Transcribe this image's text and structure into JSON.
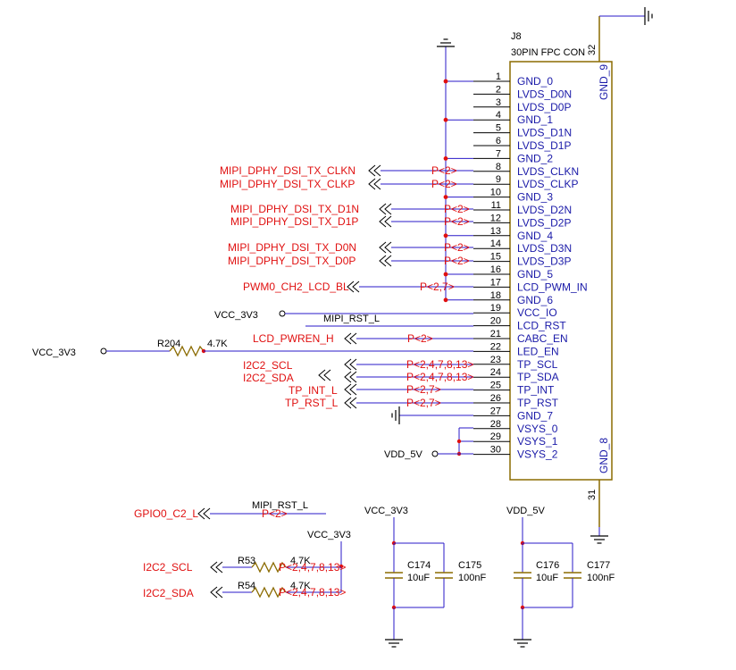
{
  "connector": {
    "ref": "J8",
    "name": "30PIN FPC CON",
    "top_pin_number": "32",
    "bottom_pin_number": "31",
    "gnd_top_label": "GND_9",
    "gnd_bottom_label": "GND_8",
    "pins": [
      {
        "num": "1",
        "name": "GND_0"
      },
      {
        "num": "2",
        "name": "LVDS_D0N"
      },
      {
        "num": "3",
        "name": "LVDS_D0P"
      },
      {
        "num": "4",
        "name": "GND_1"
      },
      {
        "num": "5",
        "name": "LVDS_D1N"
      },
      {
        "num": "6",
        "name": "LVDS_D1P"
      },
      {
        "num": "7",
        "name": "GND_2"
      },
      {
        "num": "8",
        "name": "LVDS_CLKN"
      },
      {
        "num": "9",
        "name": "LVDS_CLKP"
      },
      {
        "num": "10",
        "name": "GND_3"
      },
      {
        "num": "11",
        "name": "LVDS_D2N"
      },
      {
        "num": "12",
        "name": "LVDS_D2P"
      },
      {
        "num": "13",
        "name": "GND_4"
      },
      {
        "num": "14",
        "name": "LVDS_D3N"
      },
      {
        "num": "15",
        "name": "LVDS_D3P"
      },
      {
        "num": "16",
        "name": "GND_5"
      },
      {
        "num": "17",
        "name": "LCD_PWM_IN"
      },
      {
        "num": "18",
        "name": "GND_6"
      },
      {
        "num": "19",
        "name": "VCC_IO"
      },
      {
        "num": "20",
        "name": "LCD_RST"
      },
      {
        "num": "21",
        "name": "CABC_EN"
      },
      {
        "num": "22",
        "name": "LED_EN"
      },
      {
        "num": "23",
        "name": "TP_SCL"
      },
      {
        "num": "24",
        "name": "TP_SDA"
      },
      {
        "num": "25",
        "name": "TP_INT"
      },
      {
        "num": "26",
        "name": "TP_RST"
      },
      {
        "num": "27",
        "name": "GND_7"
      },
      {
        "num": "28",
        "name": "VSYS_0"
      },
      {
        "num": "29",
        "name": "VSYS_1"
      },
      {
        "num": "30",
        "name": "VSYS_2"
      }
    ]
  },
  "nets": {
    "dsi_clkn": "MIPI_DPHY_DSI_TX_CLKN",
    "dsi_clkp": "MIPI_DPHY_DSI_TX_CLKP",
    "dsi_d1n": "MIPI_DPHY_DSI_TX_D1N",
    "dsi_d1p": "MIPI_DPHY_DSI_TX_D1P",
    "dsi_d0n": "MIPI_DPHY_DSI_TX_D0N",
    "dsi_d0p": "MIPI_DPHY_DSI_TX_D0P",
    "pwm": "PWM0_CH2_LCD_BL",
    "vcc_3v3": "VCC_3V3",
    "mipi_rst_l": "MIPI_RST_L",
    "lcd_pwren_h": "LCD_PWREN_H",
    "i2c2_scl": "I2C2_SCL",
    "i2c2_sda": "I2C2_SDA",
    "tp_int_l": "TP_INT_L",
    "tp_rst_l": "TP_RST_L",
    "vdd_5v": "VDD_5V",
    "gpio0_c2": "GPIO0_C2_L",
    "vcc_3v3_b": "VCC_3V3",
    "vdd_5v_b": "VDD_5V"
  },
  "page_refs": {
    "p2": "P<2>",
    "p27": "P<2,7>",
    "p247813": "P<2,4,7,8,13>",
    "p24781": "P<2,4,7,8,13>"
  },
  "resistors": {
    "r204": {
      "ref": "R204",
      "value": "4.7K"
    },
    "r53": {
      "ref": "R53",
      "value": "4.7K"
    },
    "r54": {
      "ref": "R54",
      "value": "4.7K"
    }
  },
  "capacitors": {
    "c174": {
      "ref": "C174",
      "value": "10uF"
    },
    "c175": {
      "ref": "C175",
      "value": "100nF"
    },
    "c176": {
      "ref": "C176",
      "value": "10uF"
    },
    "c177": {
      "ref": "C177",
      "value": "100nF"
    }
  },
  "colors": {
    "wire": "#2a1ac8",
    "component": "#8b6b00",
    "net_label": "#e01010",
    "junction": "#e01010",
    "text_blue": "#1a1aa8"
  }
}
